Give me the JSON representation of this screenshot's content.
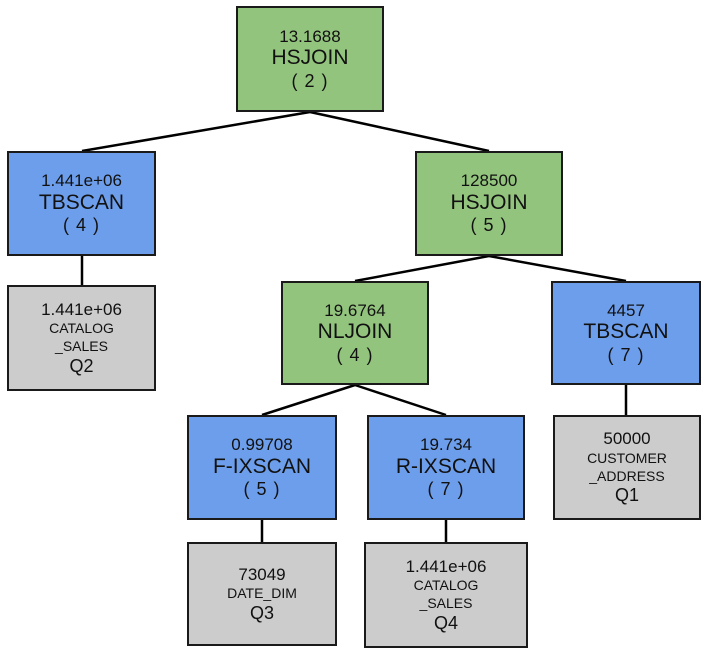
{
  "nodes": {
    "n1": {
      "cost": "13.1688",
      "op": "HSJOIN",
      "id": "( 2 )"
    },
    "n2": {
      "cost": "1.441e+06",
      "op": "TBSCAN",
      "id": "( 4 )"
    },
    "n3": {
      "cost": "128500",
      "op": "HSJOIN",
      "id": "( 5 )"
    },
    "n4": {
      "cost": "19.6764",
      "op": "NLJOIN",
      "id": "( 4 )"
    },
    "n5": {
      "cost": "4457",
      "op": "TBSCAN",
      "id": "( 7 )"
    },
    "n6": {
      "cost": "0.99708",
      "op": "F-IXSCAN",
      "id": "( 5 )"
    },
    "n7": {
      "cost": "19.734",
      "op": "R-IXSCAN",
      "id": "( 7 )"
    }
  },
  "tables": {
    "t1": {
      "rows": "1.441e+06",
      "name_line1": "CATALOG",
      "name_line2": "_SALES",
      "q": "Q2"
    },
    "t2": {
      "rows": "50000",
      "name_line1": "CUSTOMER",
      "name_line2": "_ADDRESS",
      "q": "Q1"
    },
    "t3": {
      "rows": "73049",
      "name_line1": "DATE_DIM",
      "name_line2": "",
      "q": "Q3"
    },
    "t4": {
      "rows": "1.441e+06",
      "name_line1": "CATALOG",
      "name_line2": "_SALES",
      "q": "Q4"
    }
  },
  "colors": {
    "join": "#93c47d",
    "scan": "#6d9eeb",
    "table": "#cccccc",
    "edge": "#000000"
  }
}
